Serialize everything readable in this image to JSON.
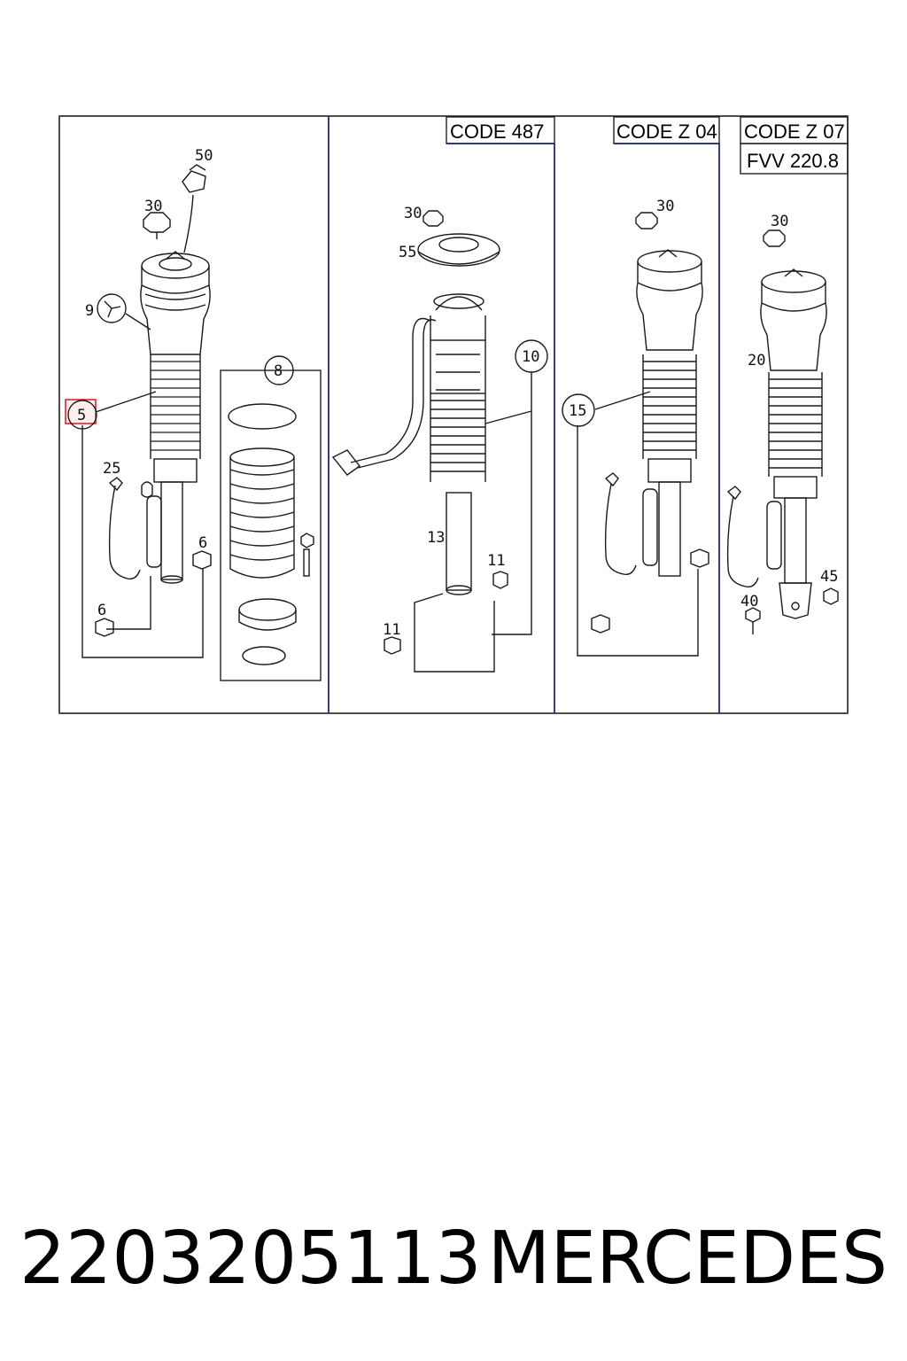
{
  "diagram": {
    "codes": {
      "code_487": "CODE 487",
      "code_z04": "CODE Z 04",
      "code_z07": "CODE Z 07",
      "fvv": "FVV 220.8"
    },
    "labels": {
      "p1_50": "50",
      "p1_30": "30",
      "p1_9": "9",
      "p1_5": "5",
      "p1_25": "25",
      "p1_6a": "6",
      "p1_6b": "6",
      "p1_8": "8",
      "p2_30": "30",
      "p2_55": "55",
      "p2_10": "10",
      "p2_13": "13",
      "p2_11a": "11",
      "p2_11b": "11",
      "p3_30": "30",
      "p3_15": "15",
      "p4_30": "30",
      "p4_20": "20",
      "p4_40": "40",
      "p4_45": "45"
    },
    "highlight_color": "#d9262c",
    "line_color": "#1a1a1a",
    "divider_color": "#1f2a6b"
  },
  "footer": {
    "part_number": "2203205113",
    "brand": "MERCEDES"
  }
}
